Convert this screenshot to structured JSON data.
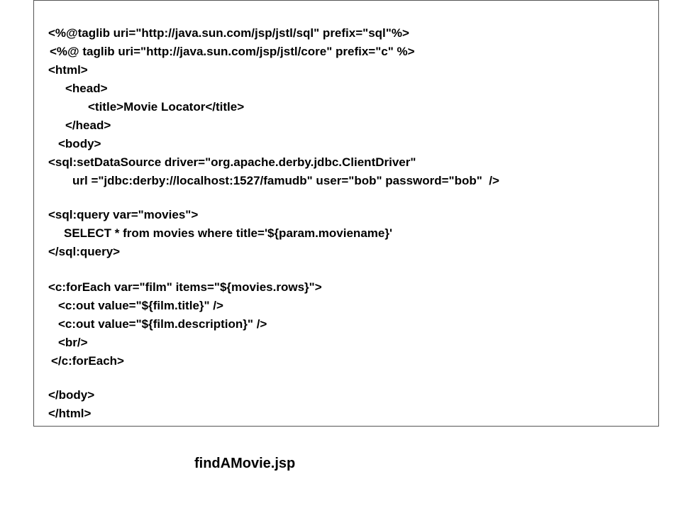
{
  "code_lines": [
    "<%@taglib uri=\"http://java.sun.com/jsp/jstl/sql\" prefix=\"sql\"%>",
    "<%@ taglib uri=\"http://java.sun.com/jsp/jstl/core\" prefix=\"c\" %>",
    "<html>",
    "<head>",
    "<title>Movie Locator</title>",
    "</head>",
    "<body>",
    "<sql:setDataSource driver=\"org.apache.derby.jdbc.ClientDriver\"",
    "url =\"jdbc:derby://localhost:1527/famudb\" user=\"bob\" password=\"bob\"  />",
    "<sql:query var=\"movies\">",
    "SELECT * from movies where title='${param.moviename}'",
    "</sql:query>",
    "<c:forEach var=\"film\" items=\"${movies.rows}\">",
    "<c:out value=\"${film.title}\" />",
    "<c:out value=\"${film.description}\" />",
    "<br/>",
    "</c:forEach>",
    "</body>",
    "</html>"
  ],
  "caption": "findAMovie.jsp"
}
